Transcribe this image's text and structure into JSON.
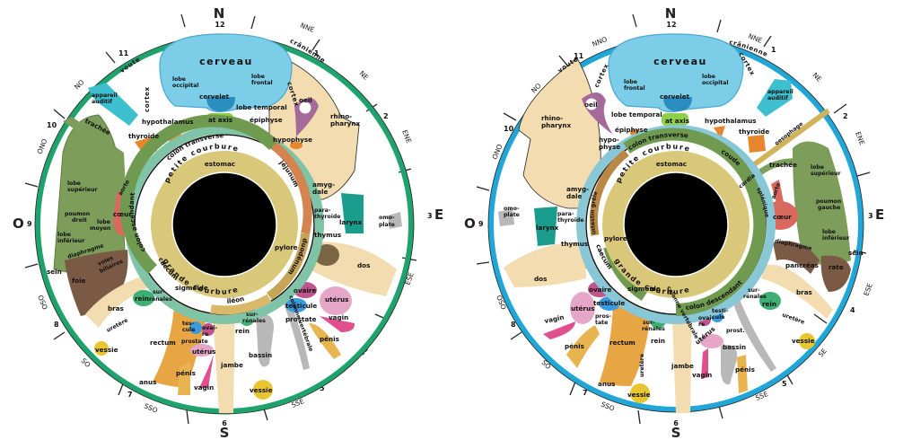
{
  "title": "Iridology charts (left iris / right iris)",
  "colors": {
    "left_ring": "#1fa36e",
    "right_ring": "#21a6d8",
    "inner_band_left": "#7fc4a6",
    "inner_band_right": "#88c7d6",
    "pupil": "#000000",
    "stomach": "#d9c87a",
    "colon": "#6f9a50",
    "brain": "#7bcde8",
    "lung": "#7c9e5a",
    "liver": "#7a5a45",
    "skin_tone": "#f2dcb0",
    "orange_gland": "#e8862e",
    "heart": "#d9685f",
    "teal": "#1a9d8c",
    "kidney": "#3fae72",
    "pink": "#e6a6c8",
    "magenta": "#e0508e",
    "ovary": "#c0558c",
    "testicle": "#3a9be0",
    "yellow": "#e9c631",
    "grey": "#b8b8b8",
    "amber": "#e8b450"
  },
  "compass": {
    "north": "N",
    "south": "S",
    "east": "E",
    "west": "O",
    "hours": [
      "12",
      "1",
      "2",
      "3",
      "4",
      "5",
      "6",
      "7",
      "8",
      "9",
      "10",
      "11"
    ],
    "directions": [
      "NNE",
      "NE",
      "ENE",
      "ESE",
      "SE",
      "SSE",
      "SSO",
      "SO",
      "OSO",
      "ONO",
      "NO",
      "NNO"
    ]
  },
  "left_iris": {
    "rings": {
      "voute": "voute",
      "cranienne": "crânienne",
      "cortex_left": "cortex",
      "cortex_right": "cortex",
      "petite_courbure": "petite courbure",
      "grande_courbure": "grande courbure",
      "colon_transverse": "colon transverse",
      "colon_ascendant": "colon ascendant",
      "caecum": "caecum",
      "jejunum": "jéjunum",
      "duodenum": "duodénum",
      "ileon": "iléon",
      "colonne_vertebrale": "colonne vertébrale"
    },
    "labels": {
      "cerveau": "cerveau",
      "lobe_occipital": [
        "lobe",
        "occipital"
      ],
      "lobe_frontal": [
        "lobe",
        "frontal"
      ],
      "cervelet": "cervelet",
      "lobe_temporal": "lobe temporal",
      "at_axis": "at axis",
      "hypothalamus": "hypothalamus",
      "thyroide": "thyroïde",
      "epiphyse": "épiphyse",
      "hypophyse": "hypophyse",
      "oeil": "oeil",
      "rhino_pharynx": [
        "rhino-",
        "pharynx"
      ],
      "appareil_auditif": [
        "appareil",
        "auditif"
      ],
      "trachee": "trachée",
      "estomac": "estomac",
      "pylore": "pylore",
      "amygdale": [
        "amyg-",
        "dale"
      ],
      "parathyroide": [
        "para-",
        "thyroïde"
      ],
      "larynx": "larynx",
      "omoplate": [
        "omo-",
        "plate"
      ],
      "thymus": "thymus",
      "dos": "dos",
      "lobe_superieur": [
        "lobe",
        "supérieur"
      ],
      "poumon_droit": [
        "poumon",
        "droit"
      ],
      "lobe_moyen": [
        "lobe",
        "moyen"
      ],
      "lobe_inferieur": [
        "lobe",
        "inférieur"
      ],
      "diaphragme": "diaphragme",
      "aorte": "aorte",
      "coeur": "cœur",
      "sein": "sein",
      "foie": "foie",
      "voies_biliaires": [
        "voies",
        "biliaires"
      ],
      "bras": "bras",
      "rein": "rein",
      "surrenales": [
        "sur-",
        "rénales"
      ],
      "uretere": "uretère",
      "vessie": "vessie",
      "sigmoide": "sigmoïde",
      "rectum": "rectum",
      "anus": "anus",
      "testicule_small": [
        "tes-",
        "cule"
      ],
      "ovaire_small": [
        "ovai-",
        "re"
      ],
      "prostate_small": "prostate",
      "uterus_small": "utérus",
      "penis": "pénis",
      "vagin": "vagin",
      "jambe": "jambe",
      "rein2": "rein",
      "surrenales2": [
        "sur-",
        "rénales"
      ],
      "bassin": "bassin",
      "vessie2": "vessie",
      "ovaire": "ovaire",
      "testicule": "testicule",
      "prostate": "prostate",
      "uterus": "utérus",
      "vagin2": "vagin",
      "penis2": "pénis"
    }
  },
  "right_iris": {
    "rings": {
      "voute": "voute",
      "cranienne": "crânienne",
      "cortex_left": "cortex",
      "cortex_right": "cortex",
      "petite_courbure": "petite courbure",
      "grande_courbure": "grande courbure",
      "colon_transverse": "colon transverse",
      "colon_descendant": "colon descendant",
      "caecum": "caecum",
      "intestin_grele": "intestin grêle",
      "coude": "coude",
      "splenique": "splénique",
      "colonne_vertebrale": "colonne vertébrale"
    },
    "labels": {
      "cerveau": "cerveau",
      "lobe_frontal": [
        "lobe",
        "frontal"
      ],
      "lobe_occipital": [
        "lobe",
        "occipital"
      ],
      "cervelet": "cervelet",
      "lobe_temporal": "lobe temporal",
      "at_axis": "at axis",
      "hypothalamus": "hypothalamus",
      "thyroide": "thyroïde",
      "epiphyse": "épiphyse",
      "hypophyse": [
        "hypo-",
        "physe"
      ],
      "oeil": "oeil",
      "rhino_pharynx": [
        "rhino-",
        "pharynx"
      ],
      "appareil_auditif": [
        "appareil",
        "auditif"
      ],
      "oesophage": "oesophage",
      "trachee": "trachée",
      "cardia": "cardia",
      "estomac": "estomac",
      "pylore": "pylore",
      "amygdale": [
        "amyg-",
        "dale"
      ],
      "parathyroide": [
        "para-",
        "thyroïde"
      ],
      "larynx": "larynx",
      "omoplate": [
        "omo-",
        "plate"
      ],
      "thymus": "thymus",
      "dos": "dos",
      "lobe_superieur": [
        "lobe",
        "supérieur"
      ],
      "poumon_gauche": [
        "poumon",
        "gauche"
      ],
      "lobe_inferieur": [
        "lobe",
        "inférieur"
      ],
      "diaphragme": "diaphragme",
      "aorte": "aorte",
      "coeur": "cœur",
      "sein": "sein",
      "pancreas": "pancréas",
      "rate": "rate",
      "bras": "bras",
      "rein": "rein",
      "surrenales": [
        "sur-",
        "rénales"
      ],
      "uretere": "uretère",
      "vessie": "vessie",
      "sigmoide": "sigmoïde",
      "rectum": "rectum",
      "anus": "anus",
      "ovaire": "ovaire",
      "testicule": "testicule",
      "uterus": "utérus",
      "prostate": [
        "pros-",
        "tate"
      ],
      "vagin": "vagin",
      "penis": "pénis",
      "surrenales2": [
        "sur-",
        "rénales"
      ],
      "rein2": "rein",
      "uretere2": "uretère",
      "vessie2": "vessie",
      "jambe": "jambe",
      "ovaire_small": [
        "ovai-",
        "re"
      ],
      "testicule_small": [
        "testi-",
        "cule"
      ],
      "uterus_small": "utérus",
      "prostate_small": "prost.",
      "bassin": "bassin",
      "vagin2": "vagin",
      "penis2": "pénis"
    }
  }
}
